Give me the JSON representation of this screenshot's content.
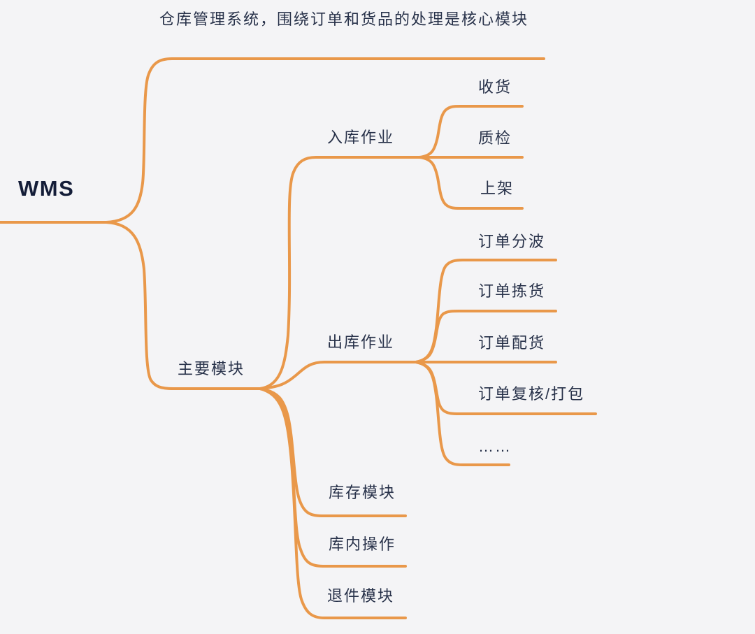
{
  "colors": {
    "background": "#F4F4F6",
    "branch": "#E9984A",
    "text": "#273149",
    "root_text": "#141D38"
  },
  "mindmap": {
    "root": {
      "label": "WMS"
    },
    "children": [
      {
        "label": "仓库管理系统，围绕订单和货品的处理是核心模块"
      },
      {
        "label": "主要模块",
        "children": [
          {
            "label": "入库作业",
            "children": [
              {
                "label": "收货"
              },
              {
                "label": "质检"
              },
              {
                "label": "上架"
              }
            ]
          },
          {
            "label": "出库作业",
            "children": [
              {
                "label": "订单分波"
              },
              {
                "label": "订单拣货"
              },
              {
                "label": "订单配货"
              },
              {
                "label": "订单复核/打包"
              },
              {
                "label": "……"
              }
            ]
          },
          {
            "label": "库存模块"
          },
          {
            "label": "库内操作"
          },
          {
            "label": "退件模块"
          }
        ]
      }
    ]
  }
}
